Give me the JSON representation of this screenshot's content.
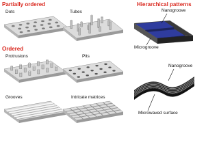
{
  "headings": {
    "partially_ordered": "Partially ordered",
    "ordered": "Ordered",
    "hierarchical": "Hierarchical patterns"
  },
  "panels": {
    "dots": "Dots",
    "tubes": "Tubes",
    "protrusions": "Protrusions",
    "pits": "Pits",
    "grooves": "Grooves",
    "intricate": "Intricate matrices"
  },
  "annotations": {
    "nanogroove_top": "Nanogroove",
    "microgroove": "Microgroove",
    "nanogroove_bottom": "Nanogroove",
    "microwaved_surface": "Microwaved surface"
  },
  "colors": {
    "heading": "#d9261c",
    "plate_top": "#dadada",
    "plate_side": "#8f8f8f",
    "blue_groove": "#2f3c9e",
    "dark_plate": "#2a2a2a"
  }
}
